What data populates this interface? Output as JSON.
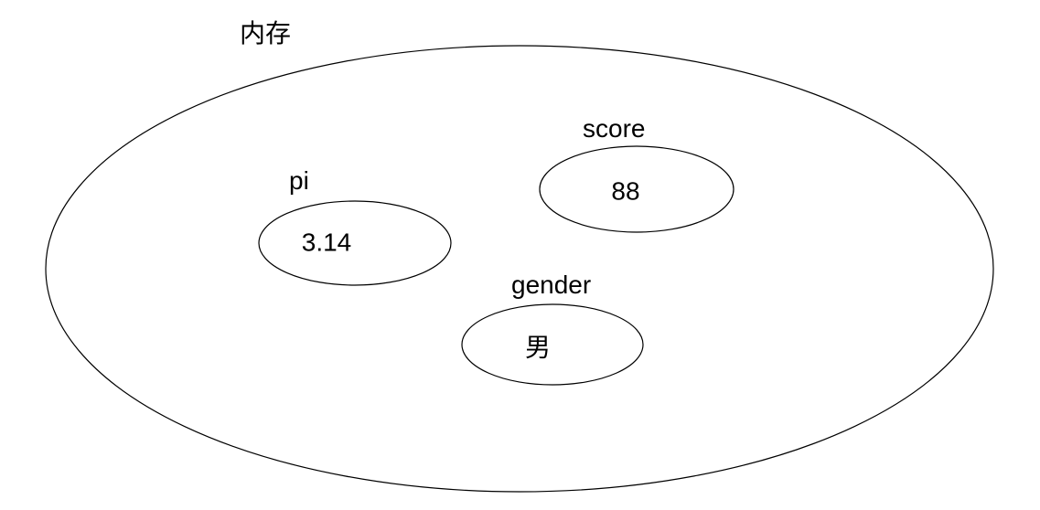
{
  "diagram": {
    "memory_label": "内存",
    "stroke_color": "#000000",
    "background_color": "#ffffff",
    "variables": [
      {
        "name": "pi",
        "value": "3.14"
      },
      {
        "name": "score",
        "value": "88"
      },
      {
        "name": "gender",
        "value": "男"
      }
    ]
  }
}
